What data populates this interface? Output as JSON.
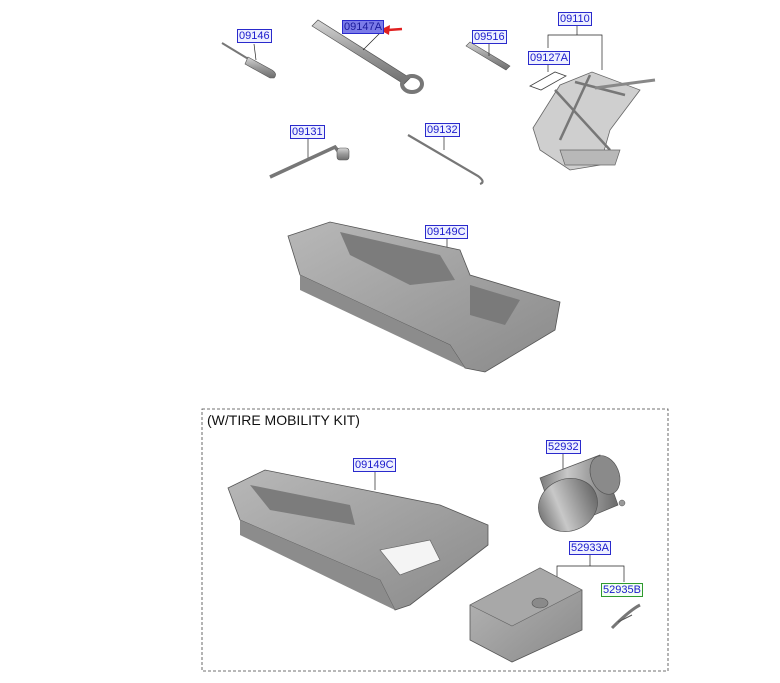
{
  "kit_title": "(W/TIRE MOBILITY KIT)",
  "parts": [
    {
      "id": "p09146",
      "code": "09146",
      "name": "part-label-09146"
    },
    {
      "id": "p09147A",
      "code": "09147A",
      "name": "part-label-09147a",
      "selected": true
    },
    {
      "id": "p09516",
      "code": "09516",
      "name": "part-label-09516"
    },
    {
      "id": "p09110",
      "code": "09110",
      "name": "part-label-09110"
    },
    {
      "id": "p09127A",
      "code": "09127A",
      "name": "part-label-09127a"
    },
    {
      "id": "p09131",
      "code": "09131",
      "name": "part-label-09131"
    },
    {
      "id": "p09132",
      "code": "09132",
      "name": "part-label-09132"
    },
    {
      "id": "p09149C_a",
      "code": "09149C",
      "name": "part-label-09149c-tray"
    },
    {
      "id": "p09149C_b",
      "code": "09149C",
      "name": "part-label-09149c-kit-tray"
    },
    {
      "id": "p52932",
      "code": "52932",
      "name": "part-label-52932"
    },
    {
      "id": "p52933A",
      "code": "52933A",
      "name": "part-label-52933a"
    },
    {
      "id": "p52935B",
      "code": "52935B",
      "name": "part-label-52935b"
    }
  ],
  "colors": {
    "label_text": "#1a1acc",
    "label_border": "#2a2acc",
    "selected_fill": "#7b7be8",
    "arrow": "#e02020",
    "part_fill": "#9a9a9a",
    "part_shade": "#7a7a7a",
    "part_light": "#c4c4c4"
  }
}
